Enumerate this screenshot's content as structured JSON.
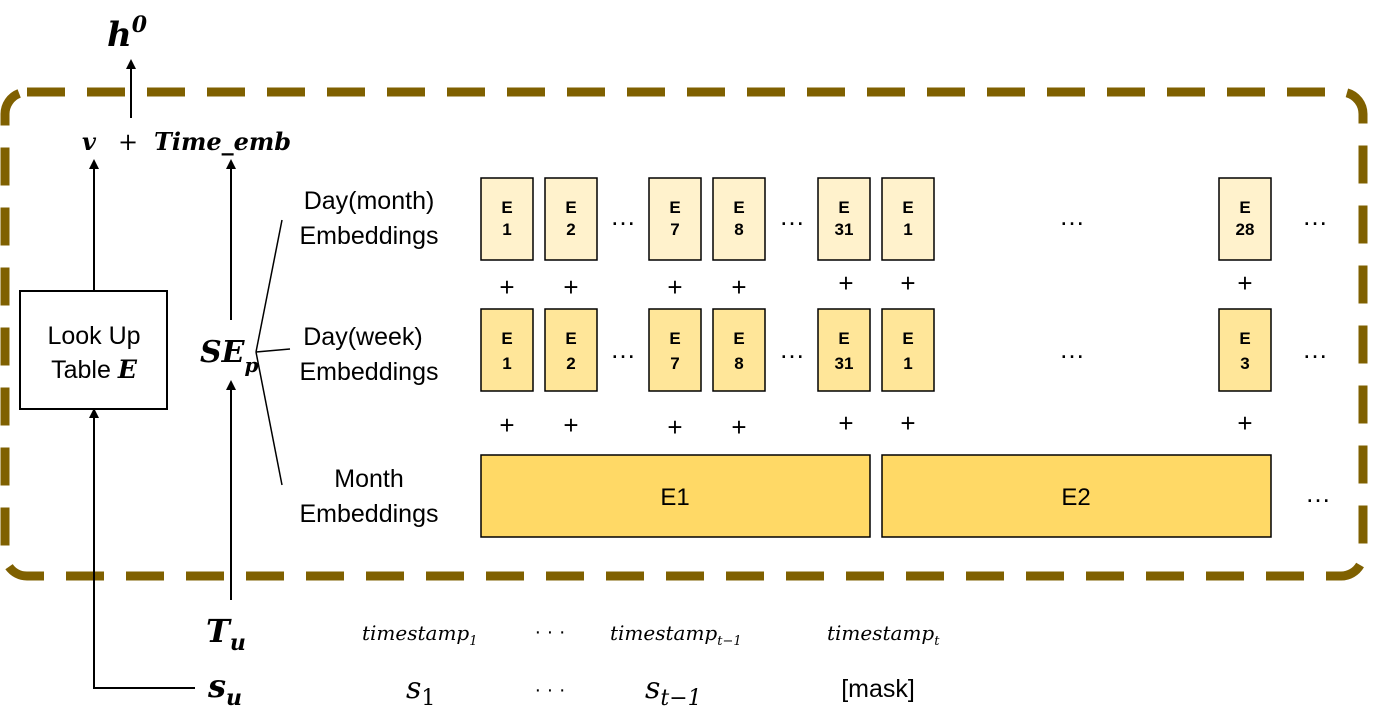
{
  "output": {
    "symbol": "h",
    "superscript": "0"
  },
  "combine": {
    "v": "v",
    "plus": "+",
    "time_emb": "Time_emb"
  },
  "lookup": {
    "line1": "Look Up",
    "line2_text": "Table ",
    "line2_symbol": "E"
  },
  "sep": {
    "base": "SE",
    "sub": "p"
  },
  "rows": {
    "day_month": {
      "line1": "Day(month)",
      "line2": "Embeddings"
    },
    "day_week": {
      "line1": "Day(week)",
      "line2": "Embeddings"
    },
    "month": {
      "line1": "Month",
      "line2": "Embeddings"
    }
  },
  "day_month_cells": [
    {
      "letter": "E",
      "index": "1"
    },
    {
      "letter": "E",
      "index": "2"
    },
    {
      "letter": "E",
      "index": "7"
    },
    {
      "letter": "E",
      "index": "8"
    },
    {
      "letter": "E",
      "index": "31"
    },
    {
      "letter": "E",
      "index": "1"
    },
    {
      "letter": "E",
      "index": "28"
    }
  ],
  "day_week_cells": [
    {
      "letter": "E",
      "index": "1"
    },
    {
      "letter": "E",
      "index": "2"
    },
    {
      "letter": "E",
      "index": "7"
    },
    {
      "letter": "E",
      "index": "8"
    },
    {
      "letter": "E",
      "index": "31"
    },
    {
      "letter": "E",
      "index": "1"
    },
    {
      "letter": "E",
      "index": "3"
    }
  ],
  "month_blocks": [
    "E1",
    "E2"
  ],
  "plus": "+",
  "ellipsis": "…",
  "time_input": {
    "base": "T",
    "sub": "u"
  },
  "seq_input": {
    "base": "s",
    "sub": "u"
  },
  "timestamps": [
    {
      "base": "timestamp",
      "sub": "1"
    },
    {
      "base": "timestamp",
      "sub": "t−1"
    },
    {
      "base": "timestamp",
      "sub": "t"
    }
  ],
  "seq_ellipsis": "· · ·",
  "sequence": [
    {
      "base": "s",
      "sub": "1"
    },
    {
      "base": "s",
      "sub": "t−1"
    }
  ],
  "mask": "[mask]",
  "colors": {
    "dash_border": "#7f6000",
    "cell_fill": "#fff2cc",
    "cell_fill_dark": "#ffe699",
    "month_fill": "#ffd966",
    "stroke": "#000000"
  }
}
